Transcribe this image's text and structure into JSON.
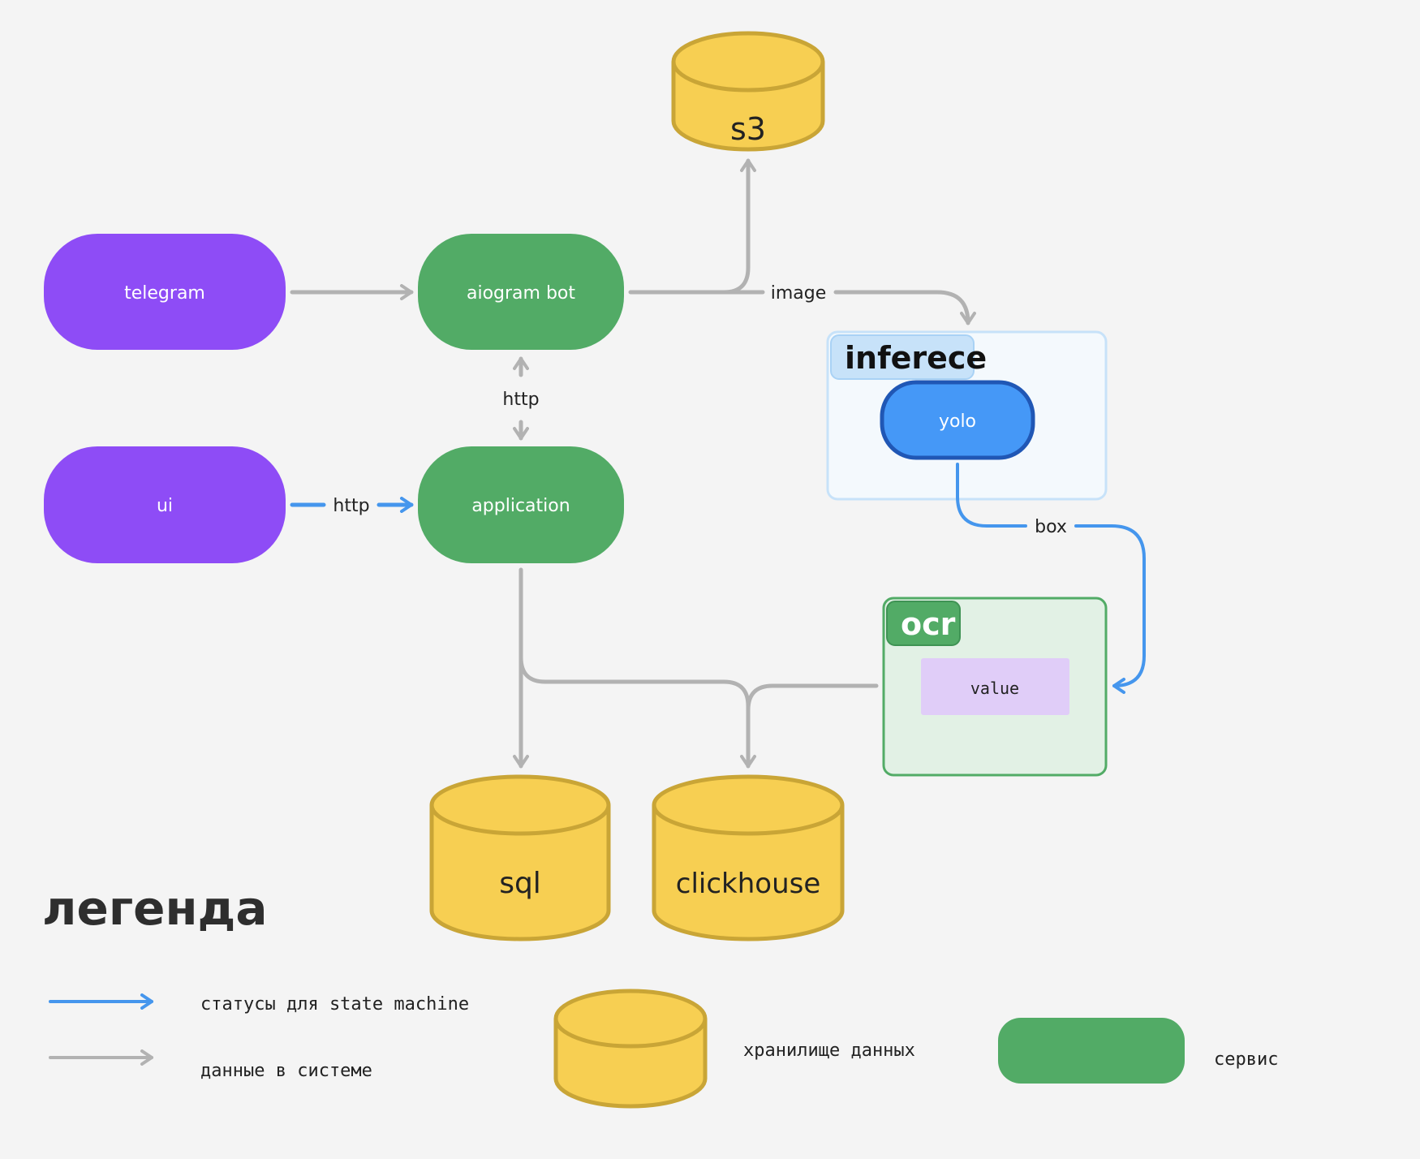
{
  "colors": {
    "background": "#f4f4f4",
    "client": "#8e4cf6",
    "service": "#52ab66",
    "storage_fill": "#f7cf52",
    "storage_stroke": "#c9a536",
    "status_arrow": "#4596ed",
    "data_arrow": "#b2b2b2",
    "inference_fill": "#f4f9fd",
    "inference_stroke": "#c7e2f9",
    "model": "#4598f7",
    "model_stroke": "#2057b5",
    "ocr_fill": "#e2f1e5",
    "ocr_stroke": "#52ab66",
    "value_fill": "#e0cdf8"
  },
  "nodes": {
    "telegram": "telegram",
    "aiogram_bot": "aiogram bot",
    "ui": "ui",
    "application": "application",
    "yolo": "yolo",
    "value": "value"
  },
  "storages": {
    "s3": "s3",
    "sql": "sql",
    "clickhouse": "clickhouse"
  },
  "groups": {
    "inference": "inferece",
    "ocr": "ocr"
  },
  "edge_labels": {
    "image": "image",
    "http_bot_app": "http",
    "http_ui_app": "http",
    "box": "box"
  },
  "legend": {
    "title": "легенда",
    "status_arrow": "статусы для state machine",
    "data_arrow": "данные в системе",
    "storage": "хранилище данных",
    "service": "сервис"
  }
}
